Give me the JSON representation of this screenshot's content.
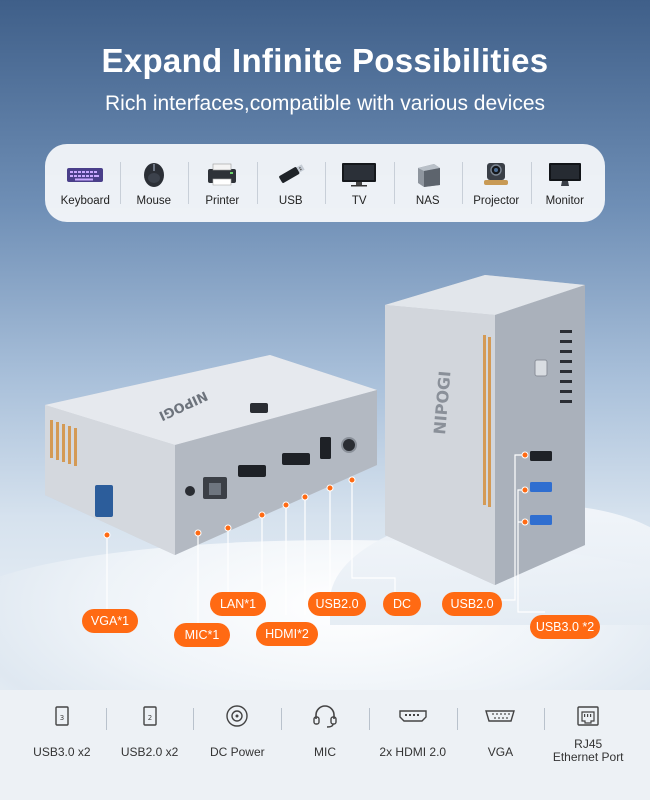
{
  "header": {
    "title": "Expand Infinite Possibilities",
    "subtitle": "Rich interfaces,compatible with various devices"
  },
  "devices": [
    {
      "label": "Keyboard",
      "icon": "keyboard-icon"
    },
    {
      "label": "Mouse",
      "icon": "mouse-icon"
    },
    {
      "label": "Printer",
      "icon": "printer-icon"
    },
    {
      "label": "USB",
      "icon": "usb-drive-icon"
    },
    {
      "label": "TV",
      "icon": "tv-icon"
    },
    {
      "label": "NAS",
      "icon": "nas-icon"
    },
    {
      "label": "Projector",
      "icon": "projector-icon"
    },
    {
      "label": "Monitor",
      "icon": "monitor-icon"
    }
  ],
  "product": {
    "brand_left": "NIPOGI",
    "brand_right": "NIPOGI"
  },
  "callouts": {
    "vga": "VGA*1",
    "mic": "MIC*1",
    "lan": "LAN*1",
    "hdmi": "HDMI*2",
    "usb2_left": "USB2.0",
    "dc": "DC",
    "usb2_right": "USB2.0",
    "usb3": "USB3.0 *2"
  },
  "colors": {
    "accent": "#ff6a13",
    "title_text": "#ffffff"
  },
  "specs": [
    {
      "label": "USB3.0 x2",
      "icon": "usb3-port-icon",
      "digit": "3"
    },
    {
      "label": "USB2.0 x2",
      "icon": "usb2-port-icon",
      "digit": "2"
    },
    {
      "label": "DC Power",
      "icon": "dc-power-icon"
    },
    {
      "label": "MIC",
      "icon": "headset-icon"
    },
    {
      "label": "2x HDMI 2.0",
      "icon": "hdmi-port-icon"
    },
    {
      "label": "VGA",
      "icon": "vga-port-icon"
    },
    {
      "label": "RJ45\nEthernet Port",
      "icon": "ethernet-port-icon"
    }
  ]
}
